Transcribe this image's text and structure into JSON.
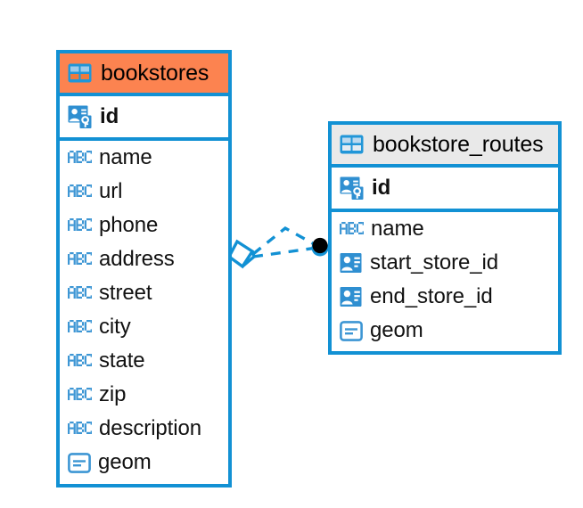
{
  "diagram": {
    "kind": "entity-relationship-diagram",
    "background": "#ffffff",
    "accent_blue": "#1291d4",
    "accent_orange": "#fc8350",
    "header_gray": "#e9e9e9",
    "text_color": "#111111"
  },
  "entities": [
    {
      "key": "bookstores",
      "title": "bookstores",
      "header_icon": "table-icon",
      "header_style": "accent-orange",
      "primary_key": {
        "label": "id",
        "icon": "primary-key-id-icon"
      },
      "fields": [
        {
          "label": "name",
          "icon": "abc-text-icon"
        },
        {
          "label": "url",
          "icon": "abc-text-icon"
        },
        {
          "label": "phone",
          "icon": "abc-text-icon"
        },
        {
          "label": "address",
          "icon": "abc-text-icon"
        },
        {
          "label": "street",
          "icon": "abc-text-icon"
        },
        {
          "label": "city",
          "icon": "abc-text-icon"
        },
        {
          "label": "state",
          "icon": "abc-text-icon"
        },
        {
          "label": "zip",
          "icon": "abc-text-icon"
        },
        {
          "label": "description",
          "icon": "abc-text-icon"
        },
        {
          "label": "geom",
          "icon": "geometry-icon"
        }
      ]
    },
    {
      "key": "bookstore_routes",
      "title": "bookstore_routes",
      "header_icon": "table-icon",
      "header_style": "accent-gray",
      "primary_key": {
        "label": "id",
        "icon": "primary-key-id-icon"
      },
      "fields": [
        {
          "label": "name",
          "icon": "abc-text-icon"
        },
        {
          "label": "start_store_id",
          "icon": "foreign-key-id-icon"
        },
        {
          "label": "end_store_id",
          "icon": "foreign-key-id-icon"
        },
        {
          "label": "geom",
          "icon": "geometry-icon"
        }
      ]
    }
  ],
  "relationship": {
    "style": "dashed",
    "color": "#1291d4",
    "source_marker": "diamond-crowsfoot-marker",
    "target_marker": "filled-circle-marker",
    "target_marker_color": "#000000"
  }
}
